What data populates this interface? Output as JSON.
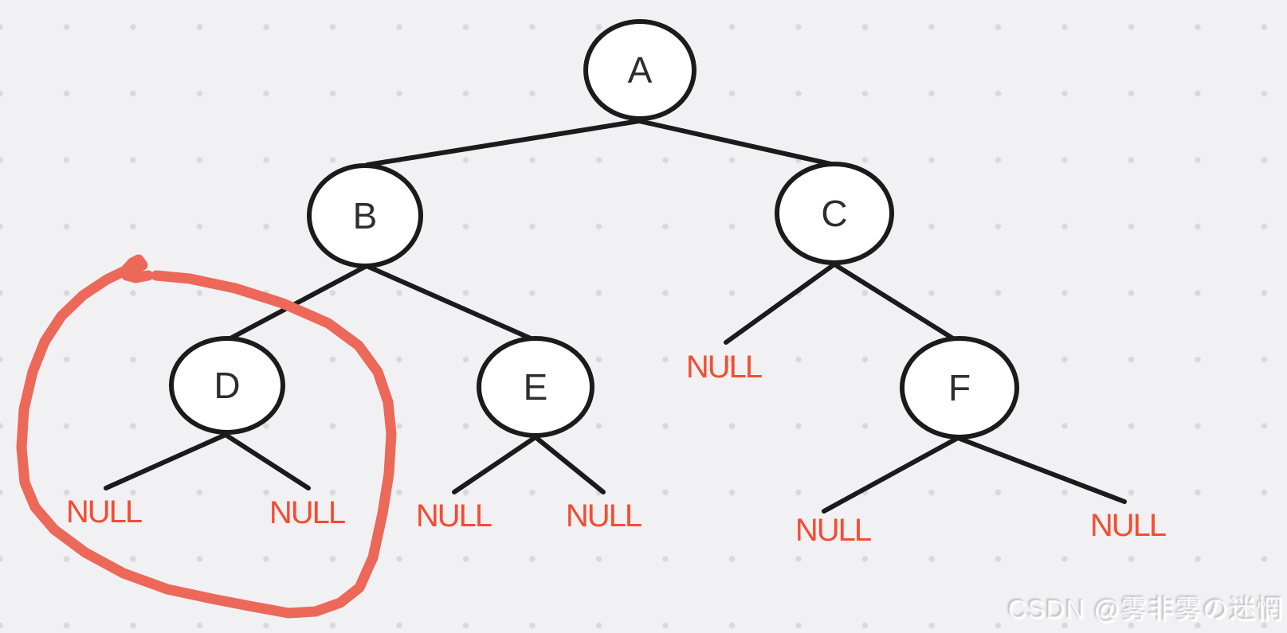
{
  "canvas": {
    "background_color": "#f1f1f3",
    "dot_grid_color": "#d9d9dc"
  },
  "colors": {
    "edge_line": "#1b1b1b",
    "node_fill": "#ffffff",
    "node_text": "#2e2e2e",
    "null_text": "#f44b33",
    "annotation_stroke": "#ec695a"
  },
  "diagram": {
    "type": "binary-tree",
    "nodes": [
      {
        "id": "A",
        "label": "A",
        "left_child": "B",
        "right_child": "C"
      },
      {
        "id": "B",
        "label": "B",
        "left_child": "D",
        "right_child": "E"
      },
      {
        "id": "C",
        "label": "C",
        "left_child": "NULL",
        "right_child": "F"
      },
      {
        "id": "D",
        "label": "D",
        "left_child": "NULL",
        "right_child": "NULL"
      },
      {
        "id": "E",
        "label": "E",
        "left_child": "NULL",
        "right_child": "NULL"
      },
      {
        "id": "F",
        "label": "F",
        "left_child": "NULL",
        "right_child": "NULL"
      }
    ],
    "null_leaves": [
      {
        "parent": "C",
        "side": "left",
        "label": "NULL"
      },
      {
        "parent": "D",
        "side": "left",
        "label": "NULL"
      },
      {
        "parent": "D",
        "side": "right",
        "label": "NULL"
      },
      {
        "parent": "E",
        "side": "left",
        "label": "NULL"
      },
      {
        "parent": "E",
        "side": "right",
        "label": "NULL"
      },
      {
        "parent": "F",
        "side": "left",
        "label": "NULL"
      },
      {
        "parent": "F",
        "side": "right",
        "label": "NULL"
      }
    ],
    "annotation": {
      "type": "hand-drawn-circle",
      "highlights": "node D subtree (node D and its two NULL children)",
      "color": "#ec695a"
    }
  },
  "watermark": {
    "text": "CSDN @雾非雾の迷惘"
  }
}
